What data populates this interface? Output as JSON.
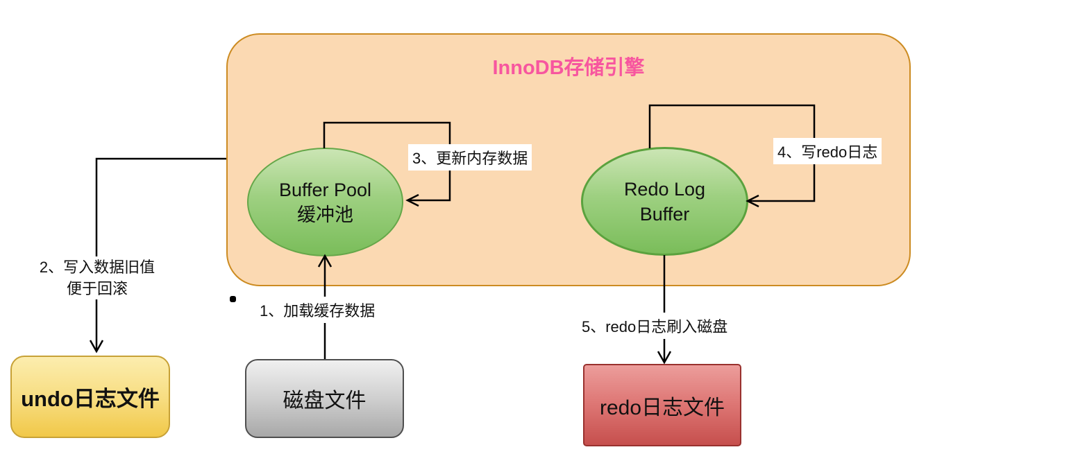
{
  "diagram": {
    "title": "InnoDB存储引擎"
  },
  "nodes": {
    "buffer_pool": {
      "line1": "Buffer Pool",
      "line2": "缓冲池"
    },
    "redo_log_buffer": {
      "line1": "Redo Log",
      "line2": "Buffer"
    },
    "undo_file": {
      "label": "undo日志文件"
    },
    "disk_file": {
      "label": "磁盘文件"
    },
    "redo_file": {
      "label": "redo日志文件"
    }
  },
  "steps": {
    "step1": "1、加载缓存数据",
    "step2_line1": "2、写入数据旧值",
    "step2_line2": "便于回滚",
    "step3": "3、更新内存数据",
    "step4": "4、写redo日志",
    "step5": "5、redo日志刷入磁盘"
  },
  "colors": {
    "title_pink": "#F7569F",
    "container_fill": "#FBD9B2",
    "container_border": "#CC8B21",
    "ellipse_green_top": "#CBE5B4",
    "ellipse_green_bottom": "#7ABD5A",
    "ellipse_border": "#65A749",
    "undo_yellow_top": "#FCEDAE",
    "undo_yellow_bottom": "#F1C848",
    "undo_border": "#C7A136",
    "disk_gray_top": "#F0F0F0",
    "disk_gray_bottom": "#A8A8A8",
    "disk_border": "#4E4E4E",
    "redo_red_top": "#EC9D9B",
    "redo_red_bottom": "#C64F4D",
    "redo_border": "#99312E",
    "arrow": "#000000"
  }
}
